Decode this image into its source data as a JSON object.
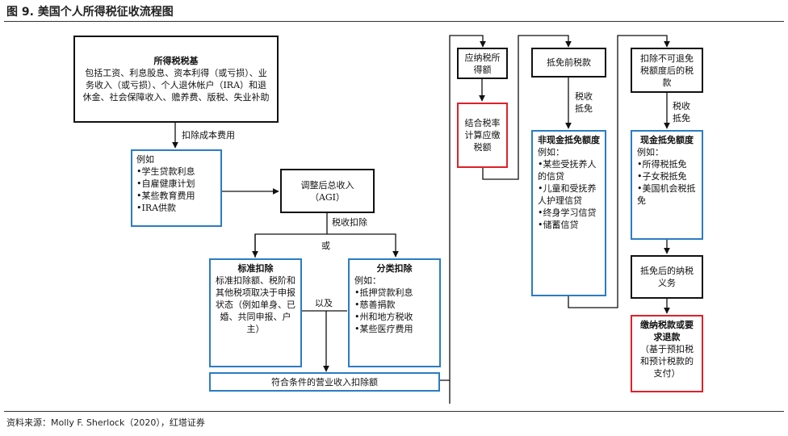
{
  "figure_title": "图 9. 美国个人所得税征收流程图",
  "source": "资料来源：Molly F. Sherlock（2020），红塔证券",
  "boxes": {
    "income_base": {
      "title": "所得税税基",
      "body": "包括工资、利息股息、资本利得（或亏损）、业务收入（或亏损）、个人退休帐户（IRA）和退休金、社会保障收入、赡养费、版税、失业补助"
    },
    "above_line": {
      "title": "例如",
      "items": [
        "•学生贷款利息",
        "•自雇健康计划",
        "•某些教育费用",
        "•IRA供款"
      ]
    },
    "agi": {
      "line1": "调整后总收入",
      "line2": "（AGI）"
    },
    "standard": {
      "title": "标准扣除",
      "body": "标准扣除额、税阶和其他税项取决于申报状态（例如单身、已婚、共同申报、户主）"
    },
    "itemized": {
      "title": "分类扣除",
      "subtitle": "例如：",
      "items": [
        "•抵押贷款利息",
        "•慈善捐款",
        "•州和地方税收",
        "•某些医疗费用"
      ]
    },
    "qbi": {
      "text": "符合条件的营业收入扣除额"
    },
    "taxable": {
      "text": "应纳税所得额"
    },
    "rate_calc": {
      "text": "结合税率计算应缴税额"
    },
    "pre_credit": {
      "text": "抵免前税款"
    },
    "nonrefundable": {
      "title": "非现金抵免额度",
      "subtitle": "例如：",
      "items": [
        "•某些受抚养人的信贷",
        "•儿童和受抚养人护理信贷",
        "•终身学习信贷",
        "•储蓄信贷"
      ]
    },
    "after_nonref": {
      "text": "扣除不可退免税额度后的税款"
    },
    "refundable": {
      "title": "现金抵免额度",
      "subtitle": "例如：",
      "items": [
        "•所得税抵免",
        "•子女税抵免",
        "•美国机会税抵免"
      ]
    },
    "liability": {
      "text": "抵免后的纳税义务"
    },
    "pay": {
      "title": "缴纳税款或要求退款",
      "body": "（基于预扣税和预计税款的支付）"
    }
  },
  "labels": {
    "deduct_costs": "扣除成本费用",
    "tax_deductions": "税收扣除",
    "or": "或",
    "and": "以及",
    "tax_credit_1": "税收抵免",
    "tax_credit_2": "税收抵免"
  },
  "colors": {
    "black_border": "#111111",
    "blue_border": "#2b7cc4",
    "red_border": "#e0202a"
  }
}
